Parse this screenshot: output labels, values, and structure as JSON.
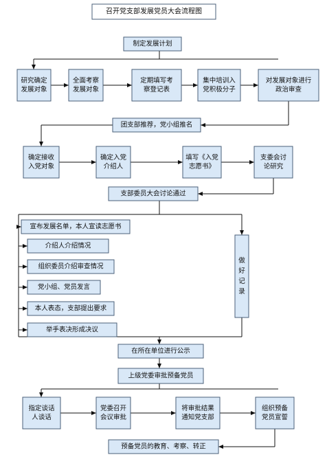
{
  "title": "召开党支部发展党员大会流程图",
  "steps": {
    "plan": "制定发展计划",
    "study": "研究确定\n发展对象",
    "inspect": "全面考察\n发展对象",
    "register": "定期填写考\n察登记表",
    "train": "集中培训入\n党积极分子",
    "review": "对发展对象进行\n政治审查",
    "recommend": "团支部推荐，党小组推名",
    "receive": "确定接收\n入党对象",
    "introducer": "确定入党\n介绍人",
    "application": "填写《入党\n志愿书》",
    "committee": "支委会讨\n论研究",
    "meeting": "支部委员大会讨论通过",
    "announce": "宣布发展名单，本人宣读志愿书",
    "intro_report": "介绍人介绍情况",
    "org_report": "组织委员介绍审查情况",
    "group_speak": "党小组、党员发言",
    "stance": "本人表态，支部提出要求",
    "vote": "举手表决形成决议",
    "record": "做\n好\n记\n录",
    "publicize": "在所在单位进行公示",
    "approve": "上级党委审批预备党员",
    "talk": "指定谈话\n人谈话",
    "approve_meeting": "党委召开\n会议审批",
    "notify": "将审批结果\n通知党支部",
    "oath": "组织预备\n党员宣誓",
    "final": "预备党员的教育、考察、转正"
  }
}
